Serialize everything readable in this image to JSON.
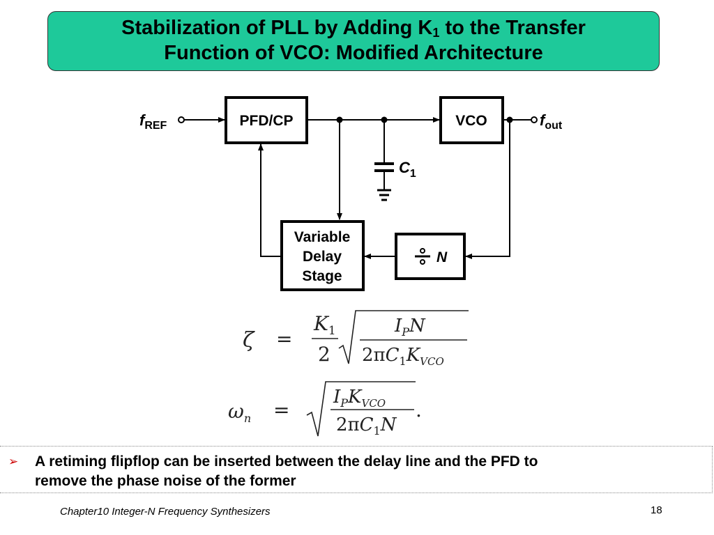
{
  "slide": {
    "title_prefix": "Stabilization of PLL by Adding K",
    "title_sub": "1",
    "title_suffix": " to the Transfer",
    "title_line2": "Function of VCO: Modified Architecture",
    "accent_color": "#1ec99a"
  },
  "diagram": {
    "input_label": "f",
    "input_sub": "REF",
    "output_label": "f",
    "output_sub": "out",
    "pfd_label": "PFD/CP",
    "vco_label": "VCO",
    "cap_label": "C",
    "cap_sub": "1",
    "delay_label_lines": [
      "Variable",
      "Delay",
      "Stage"
    ],
    "divider_label": "N"
  },
  "equations": {
    "zeta_lhs": "ζ",
    "omega_lhs": "ω",
    "omega_sub": "n",
    "equals": "=",
    "k1": "K",
    "k1_sub": "1",
    "two": "2",
    "ip": "I",
    "p_sub": "P",
    "n": "N",
    "two_pi": "2π",
    "c1": "C",
    "c1_sub": "1",
    "kvco": "K",
    "vco_sub": "VCO",
    "period": "."
  },
  "bullet": {
    "marker": "➢",
    "text_line1": "A retiming flipflop can be inserted between the delay line and the PFD to",
    "text_line2": "remove the phase noise of the former"
  },
  "footer": {
    "chapter": "Chapter10 Integer-N Frequency Synthesizers",
    "page_number": "18"
  }
}
